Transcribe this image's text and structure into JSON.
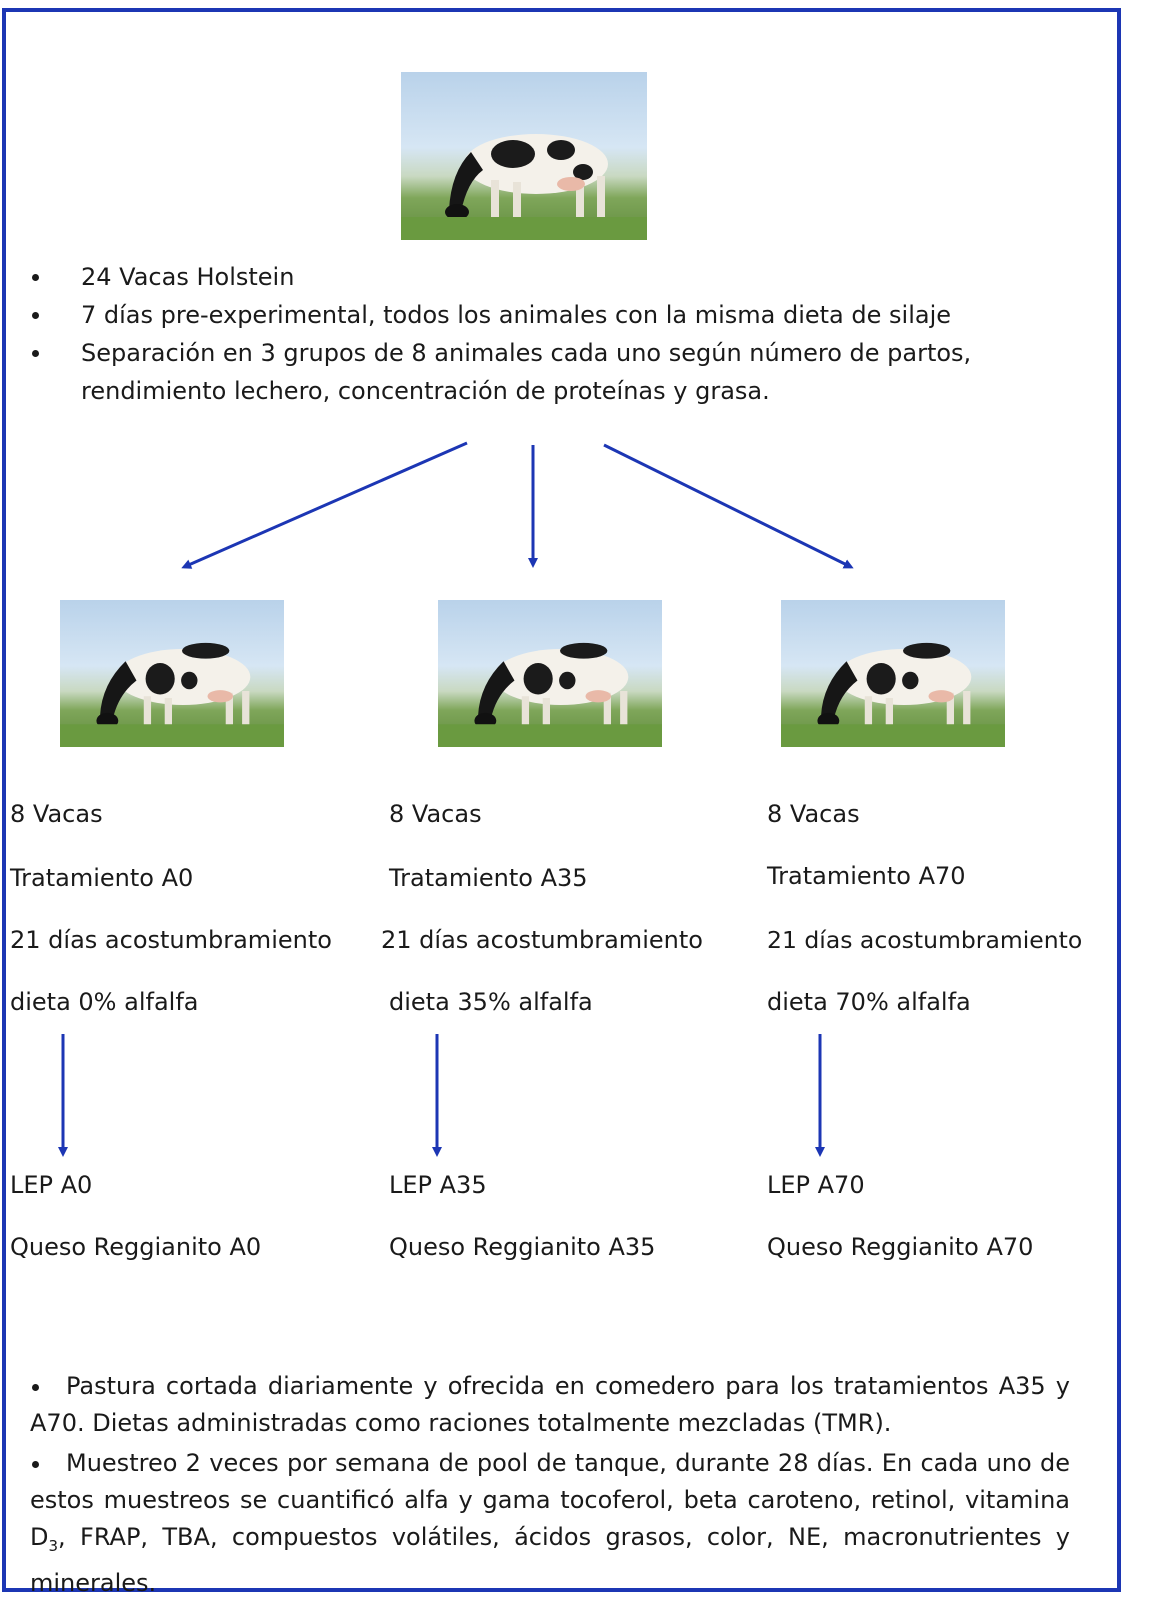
{
  "intro": {
    "bullets": [
      "24 Vacas Holstein",
      "7 días pre-experimental, todos los animales con la misma dieta de silaje",
      "Separación en 3 grupos de 8 animales cada uno según número de partos, rendimiento lechero, concentración de proteínas y grasa."
    ]
  },
  "groups": [
    {
      "count": "8 Vacas",
      "treatment": "Tratamiento A0",
      "period": "21 días acostumbramiento",
      "diet": "dieta 0% alfalfa",
      "lep": "LEP A0",
      "cheese": "Queso Reggianito A0"
    },
    {
      "count": "8 Vacas",
      "treatment": "Tratamiento A35",
      "period": "21 días acostumbramiento",
      "diet": "dieta 35% alfalfa",
      "lep": "LEP A35",
      "cheese": "Queso Reggianito A35"
    },
    {
      "count": "8 Vacas",
      "treatment": "Tratamiento A70",
      "period": "21 días acostumbramiento",
      "diet": "dieta 70% alfalfa",
      "lep": "LEP A70",
      "cheese": "Queso Reggianito A70"
    }
  ],
  "notes": {
    "note1": "Pastura cortada diariamente y ofrecida en comedero para los tratamientos A35 y A70. Dietas administradas como raciones totalmente mezcladas (TMR).",
    "note2_before": "Muestreo 2 veces por semana de pool de tanque, durante 28 días. En cada uno de estos muestreos se cuantificó alfa y gama tocoferol, beta caroteno, retinol, vitamina D",
    "note2_sub": "3",
    "note2_after": ", FRAP, TBA, compuestos volátiles, ácidos grasos, color, NE, macronutrientes y minerales."
  },
  "colors": {
    "border": "#1c36b4",
    "arrow": "#1c36b4"
  }
}
